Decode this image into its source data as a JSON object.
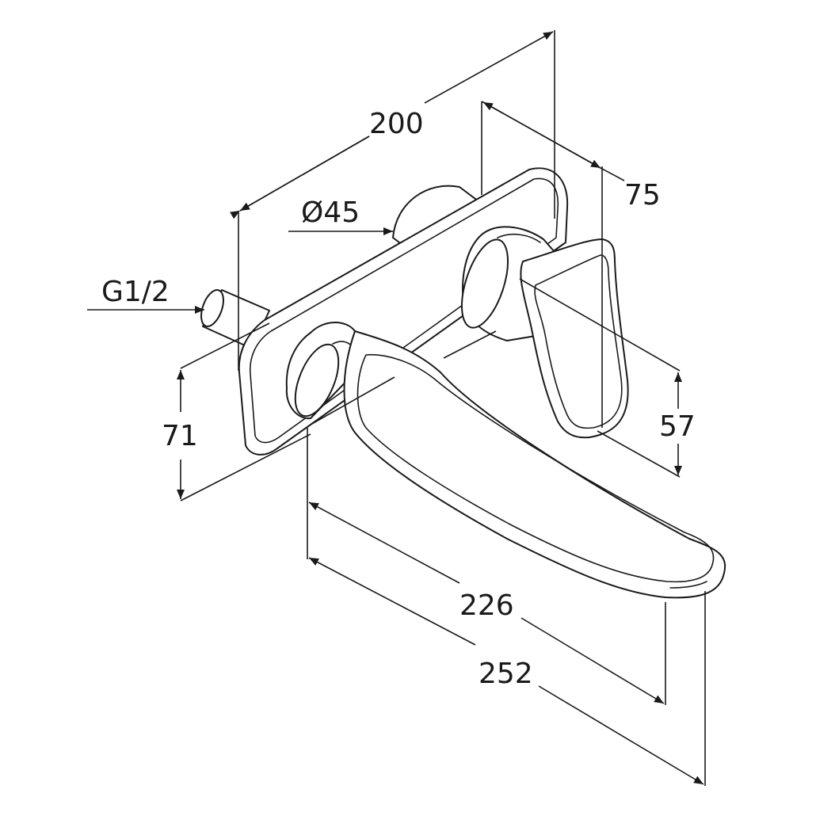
{
  "labels": {
    "width_overall": "200",
    "depth_handle": "75",
    "rosette_diameter": "Ø45",
    "thread": "G1/2",
    "height_plate": "71",
    "height_handle": "57",
    "spout_projection": "226",
    "total_projection": "252"
  },
  "colors": {
    "line": "#1a1a1a",
    "background": "#ffffff"
  }
}
